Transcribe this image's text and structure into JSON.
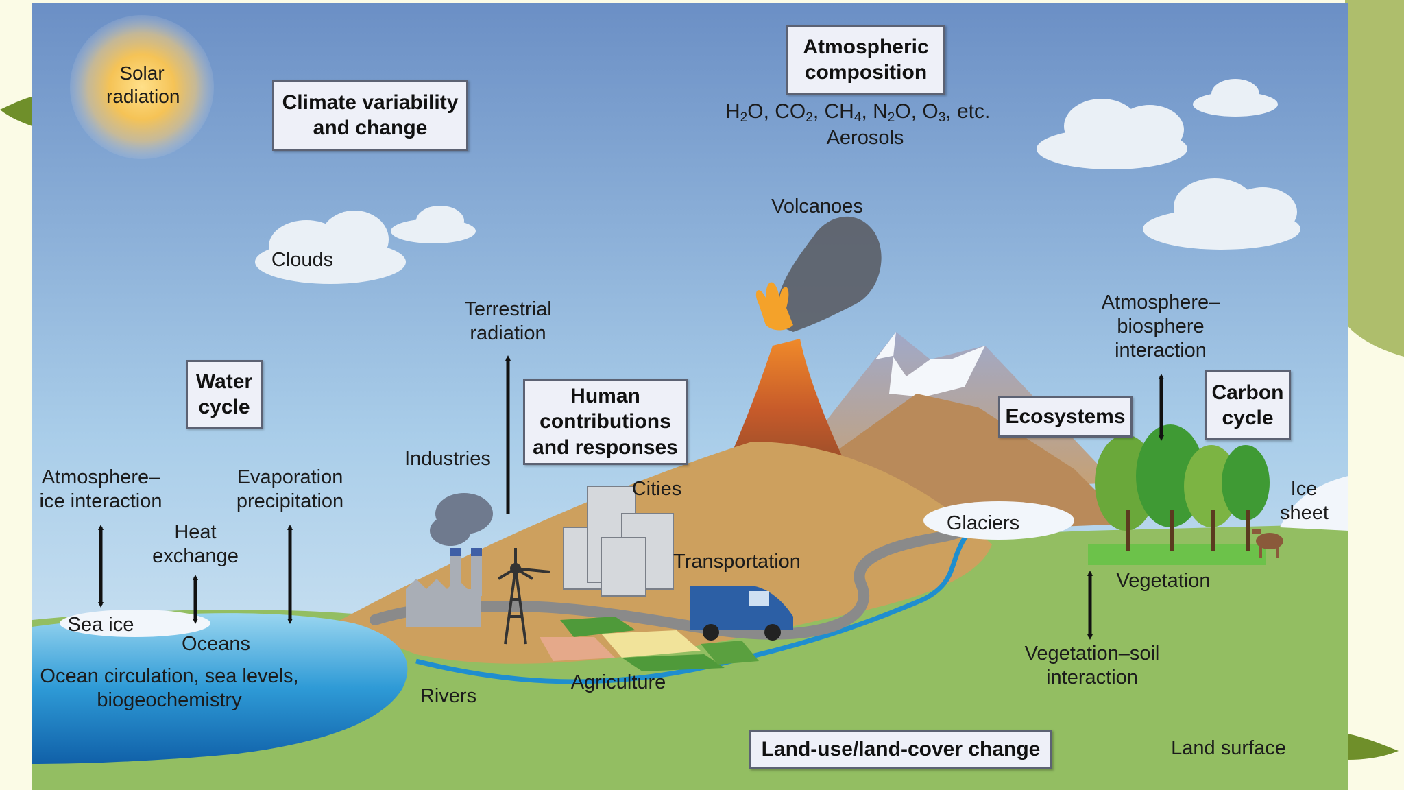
{
  "boxes": {
    "climate": [
      "Climate variability",
      "and change"
    ],
    "atmospheric": [
      "Atmospheric",
      "composition"
    ],
    "water": [
      "Water",
      "cycle"
    ],
    "human": [
      "Human",
      "contributions",
      "and responses"
    ],
    "ecosystems": "Ecosystems",
    "carbon": [
      "Carbon",
      "cycle"
    ],
    "landuse": "Land-use/land-cover change"
  },
  "labels": {
    "solar": [
      "Solar",
      "radiation"
    ],
    "aerosols": "Aerosols",
    "clouds": "Clouds",
    "volcanoes": "Volcanoes",
    "terrestrial": [
      "Terrestrial",
      "radiation"
    ],
    "atmo_bio": [
      "Atmosphere–",
      "biosphere",
      "interaction"
    ],
    "atmo_ice": [
      "Atmosphere–",
      "ice interaction"
    ],
    "evaporation": [
      "Evaporation",
      "precipitation"
    ],
    "heat": [
      "Heat",
      "exchange"
    ],
    "industries": "Industries",
    "cities": "Cities",
    "transportation": "Transportation",
    "glaciers": "Glaciers",
    "ice_sheet": [
      "Ice",
      "sheet"
    ],
    "vegetation": "Vegetation",
    "sea_ice": "Sea ice",
    "oceans": "Oceans",
    "ocean_circ": [
      "Ocean circulation, sea levels,",
      "biogeochemistry"
    ],
    "rivers": "Rivers",
    "agriculture": "Agriculture",
    "veg_soil": [
      "Vegetation–soil",
      "interaction"
    ],
    "land_surface": "Land surface"
  },
  "chem": {
    "h2o": "H",
    "h2o_sub": "2",
    "h2o_end": "O, ",
    "co2": "CO",
    "co2_sub": "2",
    "co2_end": ", ",
    "ch4": "CH",
    "ch4_sub": "4",
    "ch4_end": ", ",
    "n2o": "N",
    "n2o_sub": "2",
    "n2o_end": "O, ",
    "o3": "O",
    "o3_sub": "3",
    "o3_end": ", etc."
  },
  "colors": {
    "sky_top": "#6b8fc5",
    "sky_bottom": "#dcecf6",
    "land": "#93be62",
    "ocean": "#1f8ecf",
    "hill": "#cda05e",
    "volcano": "#c65a2a",
    "box_bg": "#eef0f8",
    "side_green": "#aebe6c"
  }
}
